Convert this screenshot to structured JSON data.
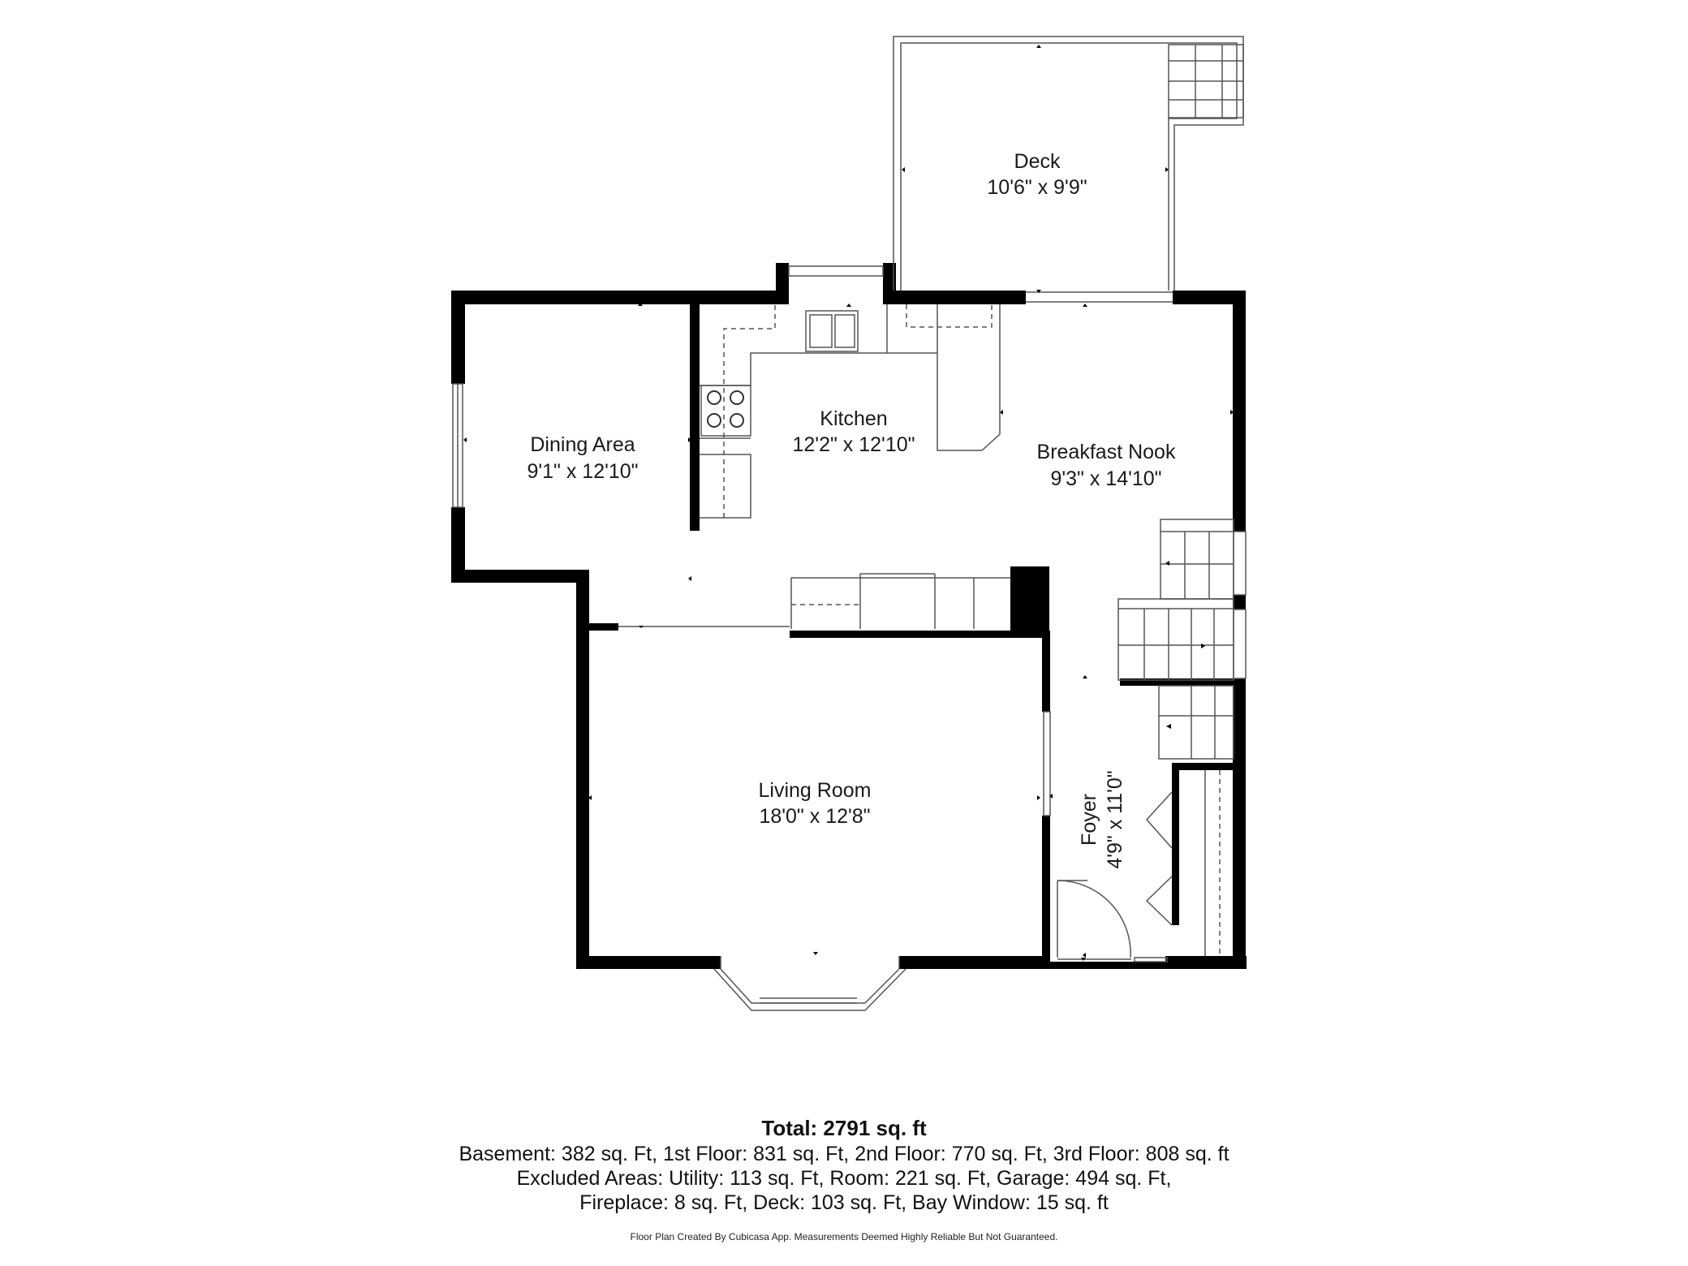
{
  "rooms": [
    {
      "id": "deck",
      "name": "Deck",
      "size": "10'6\" x 9'9\""
    },
    {
      "id": "kitchen",
      "name": "Kitchen",
      "size": "12'2\" x 12'10\""
    },
    {
      "id": "dining",
      "name": "Dining Area",
      "size": "9'1\" x 12'10\""
    },
    {
      "id": "breakfast",
      "name": "Breakfast Nook",
      "size": "9'3\" x 14'10\""
    },
    {
      "id": "living",
      "name": "Living Room",
      "size": "18'0\" x 12'8\""
    },
    {
      "id": "foyer",
      "name": "Foyer",
      "size": "4'9\" x 11'0\""
    }
  ],
  "summary": {
    "total": "Total: 2791 sq. ft",
    "line1": "Basement: 382 sq. Ft, 1st Floor: 831 sq. Ft, 2nd Floor: 770 sq. Ft, 3rd Floor: 808 sq. ft",
    "line2": "Excluded Areas: Utility: 113 sq. Ft, Room: 221 sq. Ft, Garage: 494 sq. Ft,",
    "line3": "Fireplace: 8 sq. Ft, Deck: 103 sq. Ft, Bay Window: 15 sq. ft",
    "disclaimer": "Floor Plan Created By Cubicasa App. Measurements Deemed Highly Reliable But Not Guaranteed."
  },
  "colors": {
    "wall": "#000000",
    "thin_line": "#555555",
    "background": "#ffffff"
  }
}
